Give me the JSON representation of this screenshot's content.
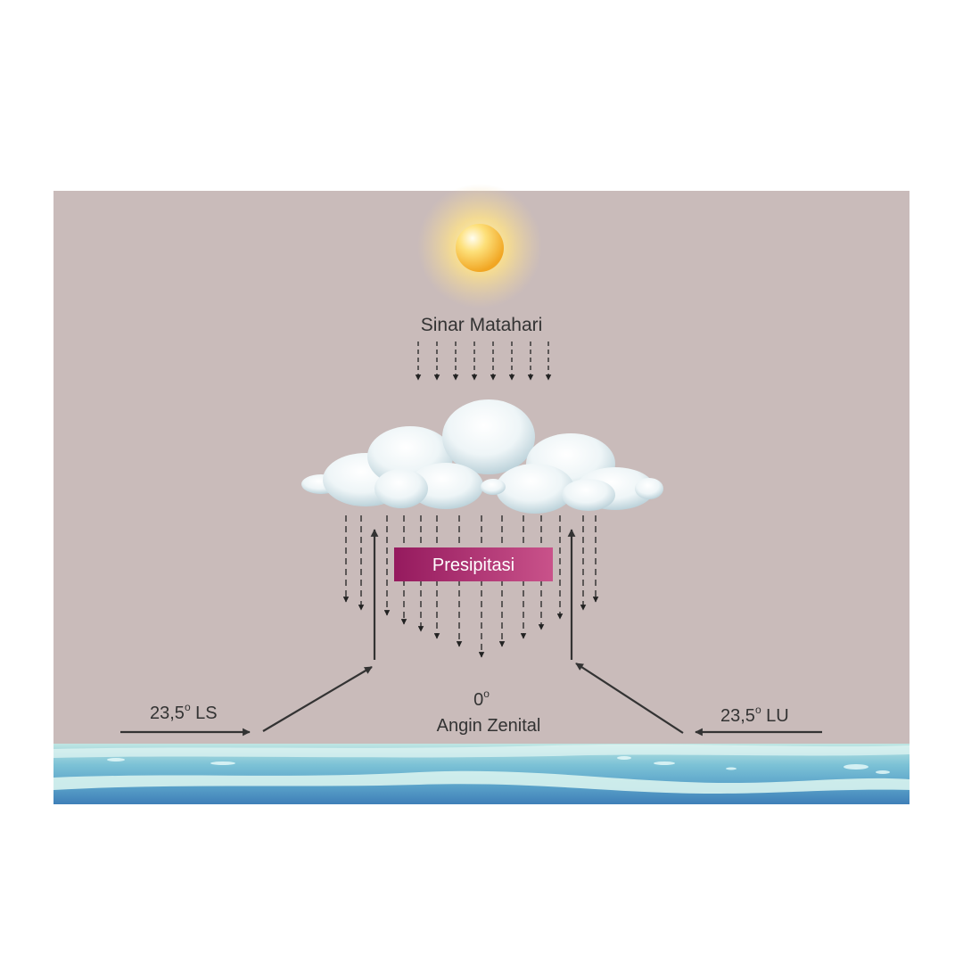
{
  "colors": {
    "sky": "#c9bbba",
    "sun": "#f6c23c",
    "label_text": "#333333",
    "tag_fill": "#a52670",
    "water_light": "#a6dede",
    "water_dark": "#4f95c2"
  },
  "icons": [
    "sun-icon",
    "cloud-icon",
    "water-icon"
  ],
  "labels": {
    "sun_rays": "Sinar Matahari",
    "precipitation": "Presipitasi",
    "left_lat": {
      "value": "23,5",
      "degree": "o",
      "suffix": " LS"
    },
    "right_lat": {
      "value": "23,5",
      "degree": "o",
      "suffix": " LU"
    },
    "center_lat": {
      "value": "0",
      "degree": "o"
    },
    "zenith_wind": "Angin Zenital"
  }
}
